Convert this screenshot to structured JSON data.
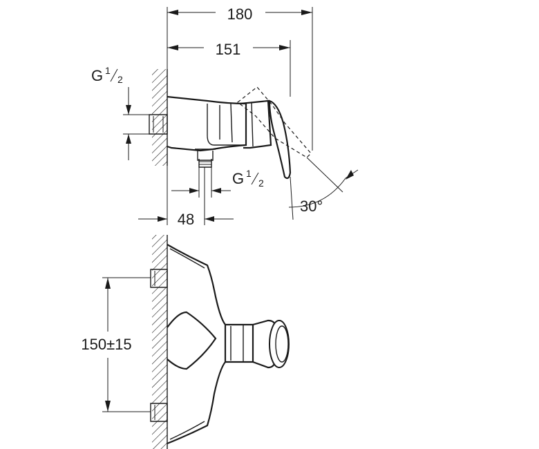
{
  "dimensions": {
    "overall_length": "180",
    "lever_length": "151",
    "inlet_label": "G",
    "inlet_num": "1",
    "inlet_den": "2",
    "outlet_label": "G",
    "outlet_num": "1",
    "outlet_den": "2",
    "lever_angle": "30°",
    "outlet_offset": "48",
    "inlet_spacing": "150±15"
  },
  "colors": {
    "ink": "#1a1a1a",
    "background": "#ffffff"
  }
}
